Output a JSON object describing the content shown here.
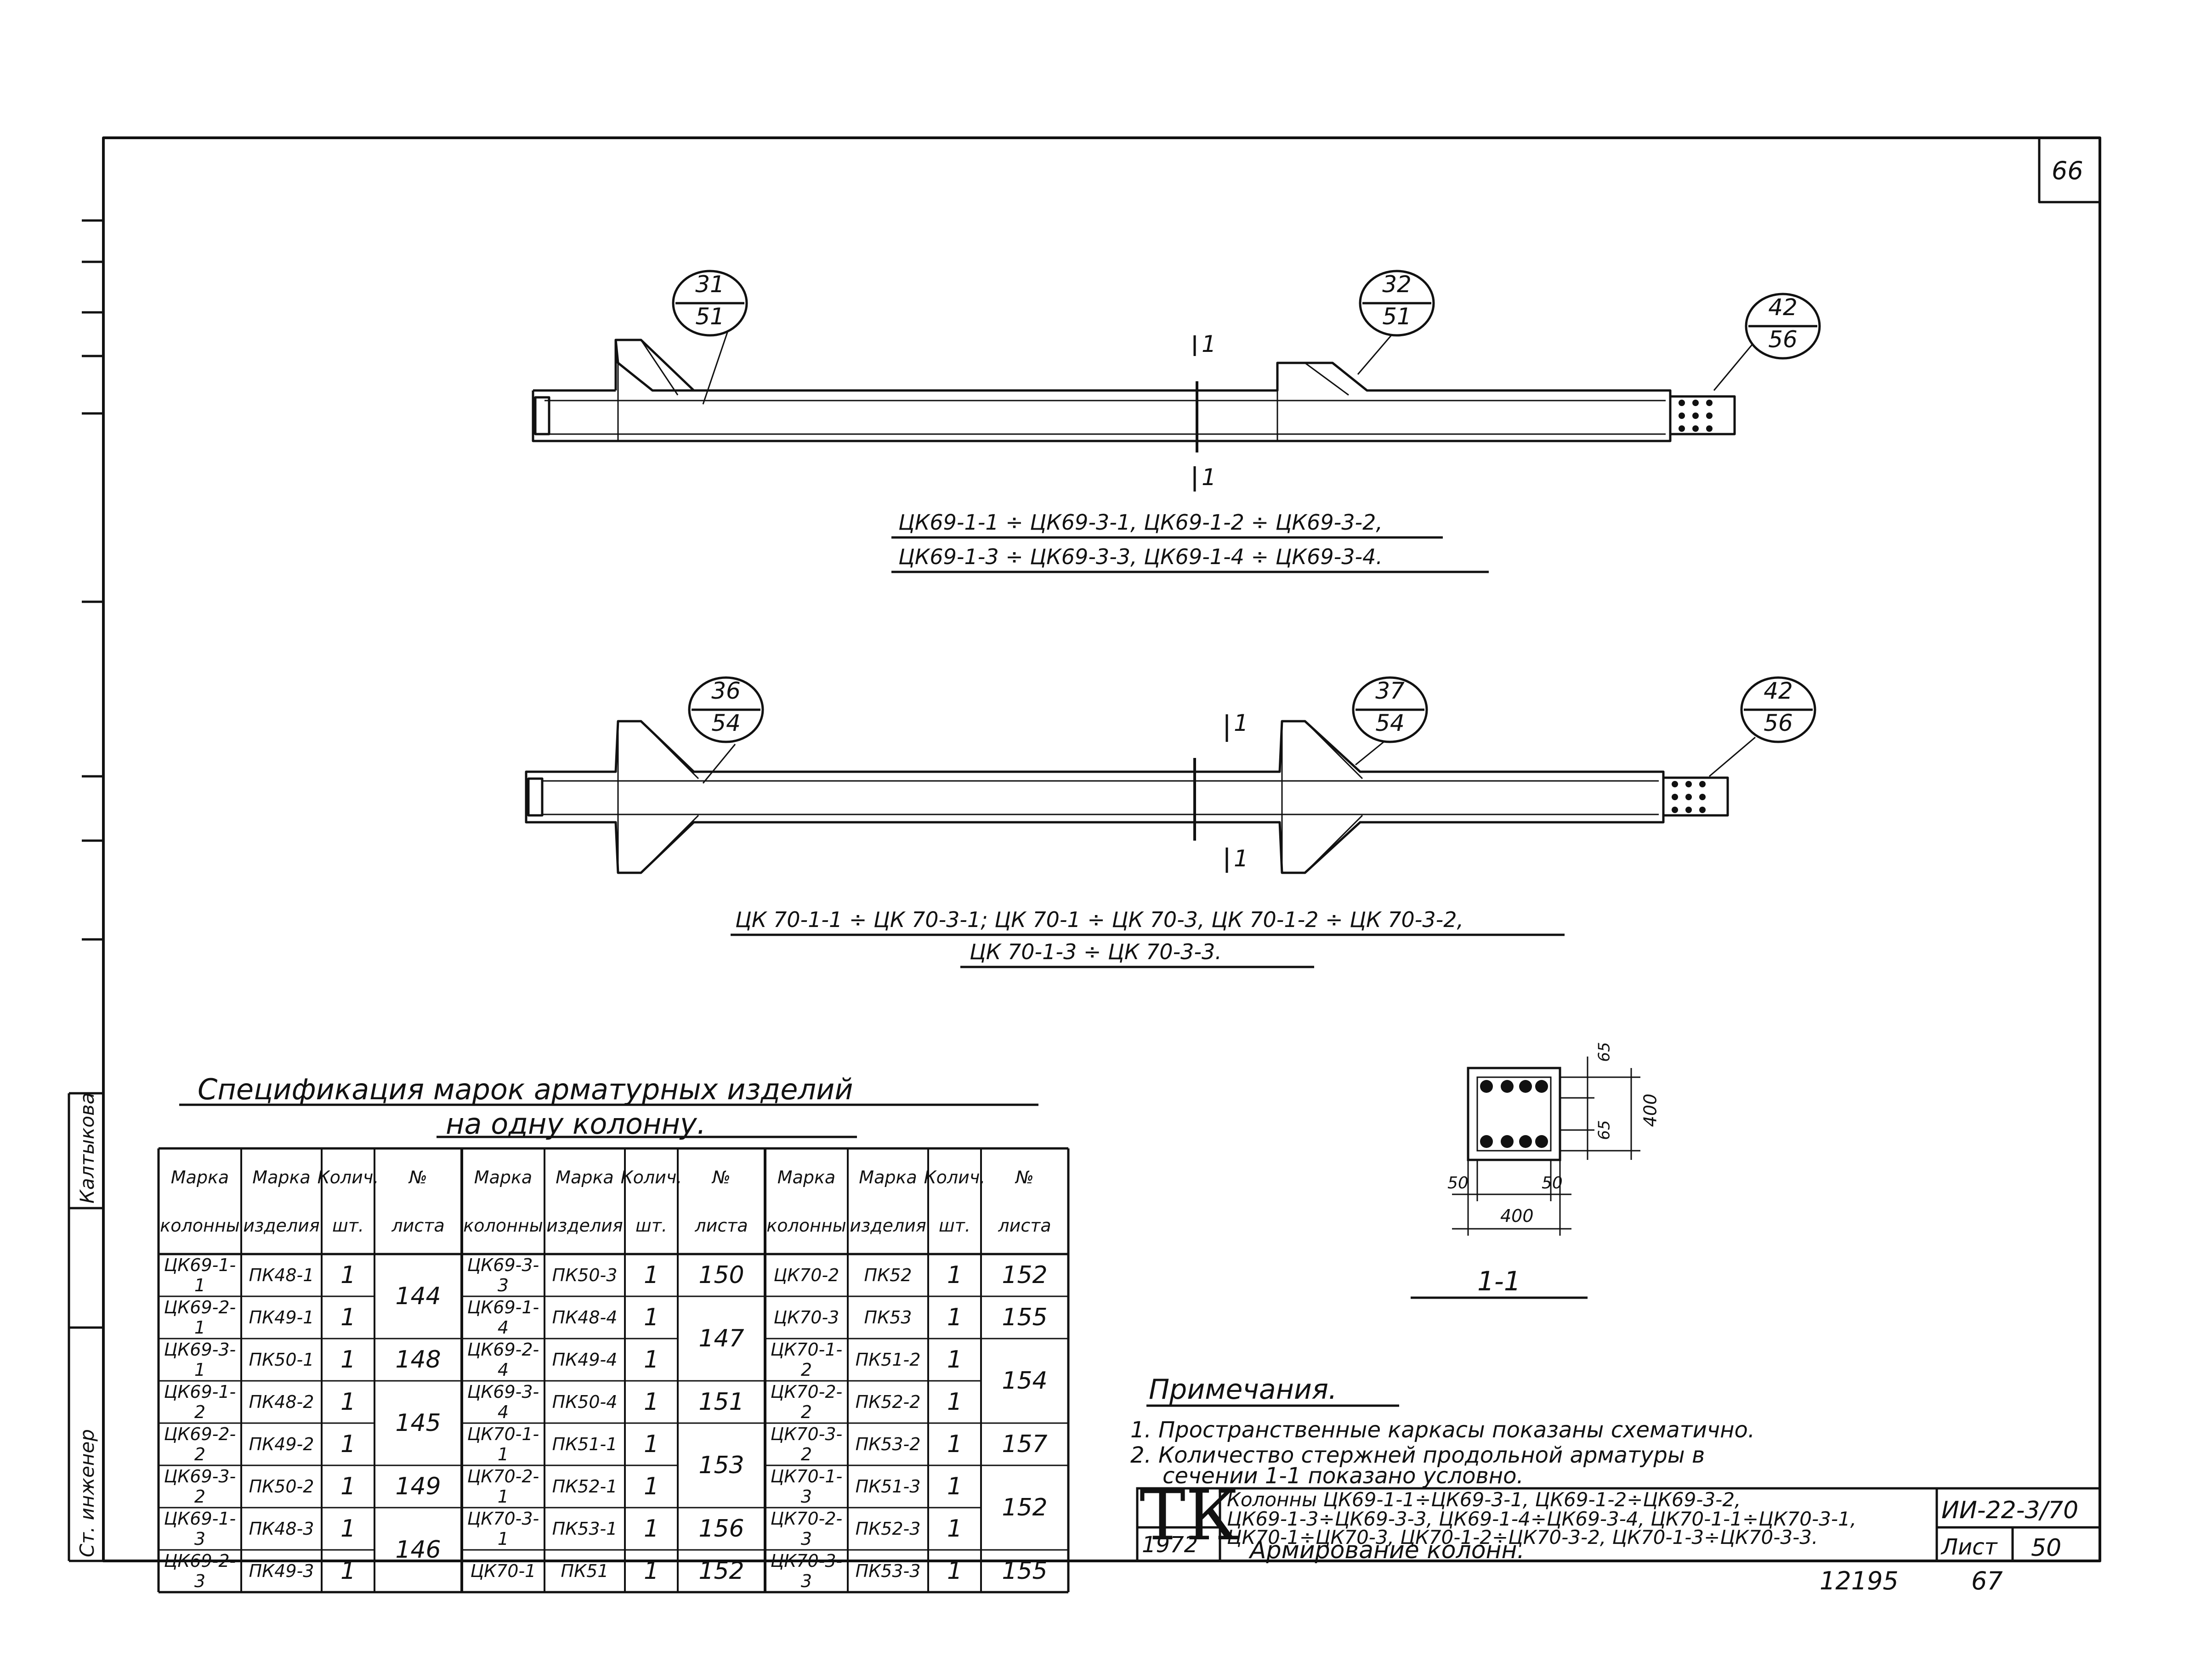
{
  "page_number": "66",
  "bottom_numbers": {
    "left": "12195",
    "right": "67"
  },
  "side_labels": [
    "Ст. инженер",
    "Калтыкова"
  ],
  "diagram1": {
    "callouts": [
      {
        "top": "31",
        "bottom": "51"
      },
      {
        "top": "32",
        "bottom": "51"
      },
      {
        "top": "42",
        "bottom": "56"
      }
    ],
    "section_mark": "1",
    "caption_lines": [
      "ЦК69-1-1 ÷ ЦК69-3-1, ЦК69-1-2 ÷ ЦК69-3-2,",
      "ЦК69-1-3 ÷ ЦК69-3-3, ЦК69-1-4 ÷ ЦК69-3-4."
    ]
  },
  "diagram2": {
    "callouts": [
      {
        "top": "36",
        "bottom": "54"
      },
      {
        "top": "37",
        "bottom": "54"
      },
      {
        "top": "42",
        "bottom": "56"
      }
    ],
    "section_mark": "1",
    "caption_lines": [
      "ЦК 70-1-1 ÷ ЦК 70-3-1; ЦК 70-1 ÷ ЦК 70-3, ЦК 70-1-2 ÷ ЦК 70-3-2,",
      "ЦК 70-1-3 ÷ ЦК 70-3-3."
    ]
  },
  "section": {
    "dims": {
      "top_cover": "65",
      "side_height": "400",
      "bottom_cover": "65",
      "left_cover": "50",
      "right_cover": "50",
      "width": "400"
    },
    "label": "1-1"
  },
  "spec": {
    "title_line1": "Спецификация марок арматурных изделий",
    "title_line2": "на одну колонну.",
    "headers": [
      [
        "Марка",
        "колонны"
      ],
      [
        "Марка",
        "изделия"
      ],
      [
        "Колич.",
        "шт."
      ],
      [
        "№",
        "листа"
      ],
      [
        "Марка",
        "колонны"
      ],
      [
        "Марка",
        "изделия"
      ],
      [
        "Колич.",
        "шт."
      ],
      [
        "№",
        "листа"
      ],
      [
        "Марка",
        "колонны"
      ],
      [
        "Марка",
        "изделия"
      ],
      [
        "Колич.",
        "шт."
      ],
      [
        "№",
        "листа"
      ]
    ],
    "groups": [
      {
        "rows": [
          [
            "ЦК69-1-1",
            "ПК48-1",
            "1"
          ],
          [
            "ЦК69-2-1",
            "ПК49-1",
            "1"
          ],
          [
            "ЦК69-3-1",
            "ПК50-1",
            "1"
          ],
          [
            "ЦК69-1-2",
            "ПК48-2",
            "1"
          ],
          [
            "ЦК69-2-2",
            "ПК49-2",
            "1"
          ],
          [
            "ЦК69-3-2",
            "ПК50-2",
            "1"
          ],
          [
            "ЦК69-1-3",
            "ПК48-3",
            "1"
          ],
          [
            "ЦК69-2-3",
            "ПК49-3",
            "1"
          ]
        ],
        "sheets": [
          {
            "value": "144",
            "from": 0,
            "to": 1
          },
          {
            "value": "148",
            "from": 2,
            "to": 2
          },
          {
            "value": "145",
            "from": 3,
            "to": 4
          },
          {
            "value": "149",
            "from": 5,
            "to": 5
          },
          {
            "value": "146",
            "from": 6,
            "to": 7
          }
        ]
      },
      {
        "rows": [
          [
            "ЦК69-3-3",
            "ПК50-3",
            "1"
          ],
          [
            "ЦК69-1-4",
            "ПК48-4",
            "1"
          ],
          [
            "ЦК69-2-4",
            "ПК49-4",
            "1"
          ],
          [
            "ЦК69-3-4",
            "ПК50-4",
            "1"
          ],
          [
            "ЦК70-1-1",
            "ПК51-1",
            "1"
          ],
          [
            "ЦК70-2-1",
            "ПК52-1",
            "1"
          ],
          [
            "ЦК70-3-1",
            "ПК53-1",
            "1"
          ],
          [
            "ЦК70-1",
            "ПК51",
            "1"
          ]
        ],
        "sheets": [
          {
            "value": "150",
            "from": 0,
            "to": 0
          },
          {
            "value": "147",
            "from": 1,
            "to": 2
          },
          {
            "value": "151",
            "from": 3,
            "to": 3
          },
          {
            "value": "153",
            "from": 4,
            "to": 5
          },
          {
            "value": "156",
            "from": 6,
            "to": 6
          },
          {
            "value": "152",
            "from": 7,
            "to": 7
          }
        ]
      },
      {
        "rows": [
          [
            "ЦК70-2",
            "ПК52",
            "1"
          ],
          [
            "ЦК70-3",
            "ПК53",
            "1"
          ],
          [
            "ЦК70-1-2",
            "ПК51-2",
            "1"
          ],
          [
            "ЦК70-2-2",
            "ПК52-2",
            "1"
          ],
          [
            "ЦК70-3-2",
            "ПК53-2",
            "1"
          ],
          [
            "ЦК70-1-3",
            "ПК51-3",
            "1"
          ],
          [
            "ЦК70-2-3",
            "ПК52-3",
            "1"
          ],
          [
            "ЦК70-3-3",
            "ПК53-3",
            "1"
          ]
        ],
        "sheets": [
          {
            "value": "152",
            "from": 0,
            "to": 0
          },
          {
            "value": "155",
            "from": 1,
            "to": 1
          },
          {
            "value": "154",
            "from": 2,
            "to": 3
          },
          {
            "value": "157",
            "from": 4,
            "to": 4
          },
          {
            "value": "152",
            "from": 5,
            "to": 6
          },
          {
            "value": "155",
            "from": 7,
            "to": 7
          }
        ]
      }
    ]
  },
  "notes": {
    "title": "Примечания.",
    "lines": [
      "1. Пространственные каркасы показаны схематично.",
      "2. Количество стержней продольной арматуры в",
      "сечении 1-1 показано условно."
    ]
  },
  "title_block": {
    "logo": "ТК",
    "year": "1972",
    "description_lines": [
      "Колонны ЦК69-1-1÷ЦК69-3-1, ЦК69-1-2÷ЦК69-3-2,",
      "ЦК69-1-3÷ЦК69-3-3, ЦК69-1-4÷ЦК69-3-4, ЦК70-1-1÷ЦК70-3-1,",
      "ЦК70-1÷ЦК70-3, ЦК70-1-2÷ЦК70-3-2, ЦК70-1-3÷ЦК70-3-3."
    ],
    "title": "Армирование колонн.",
    "code": "ИИ-22-3/70",
    "sheet_label": "Лист",
    "sheet_number": "50"
  }
}
